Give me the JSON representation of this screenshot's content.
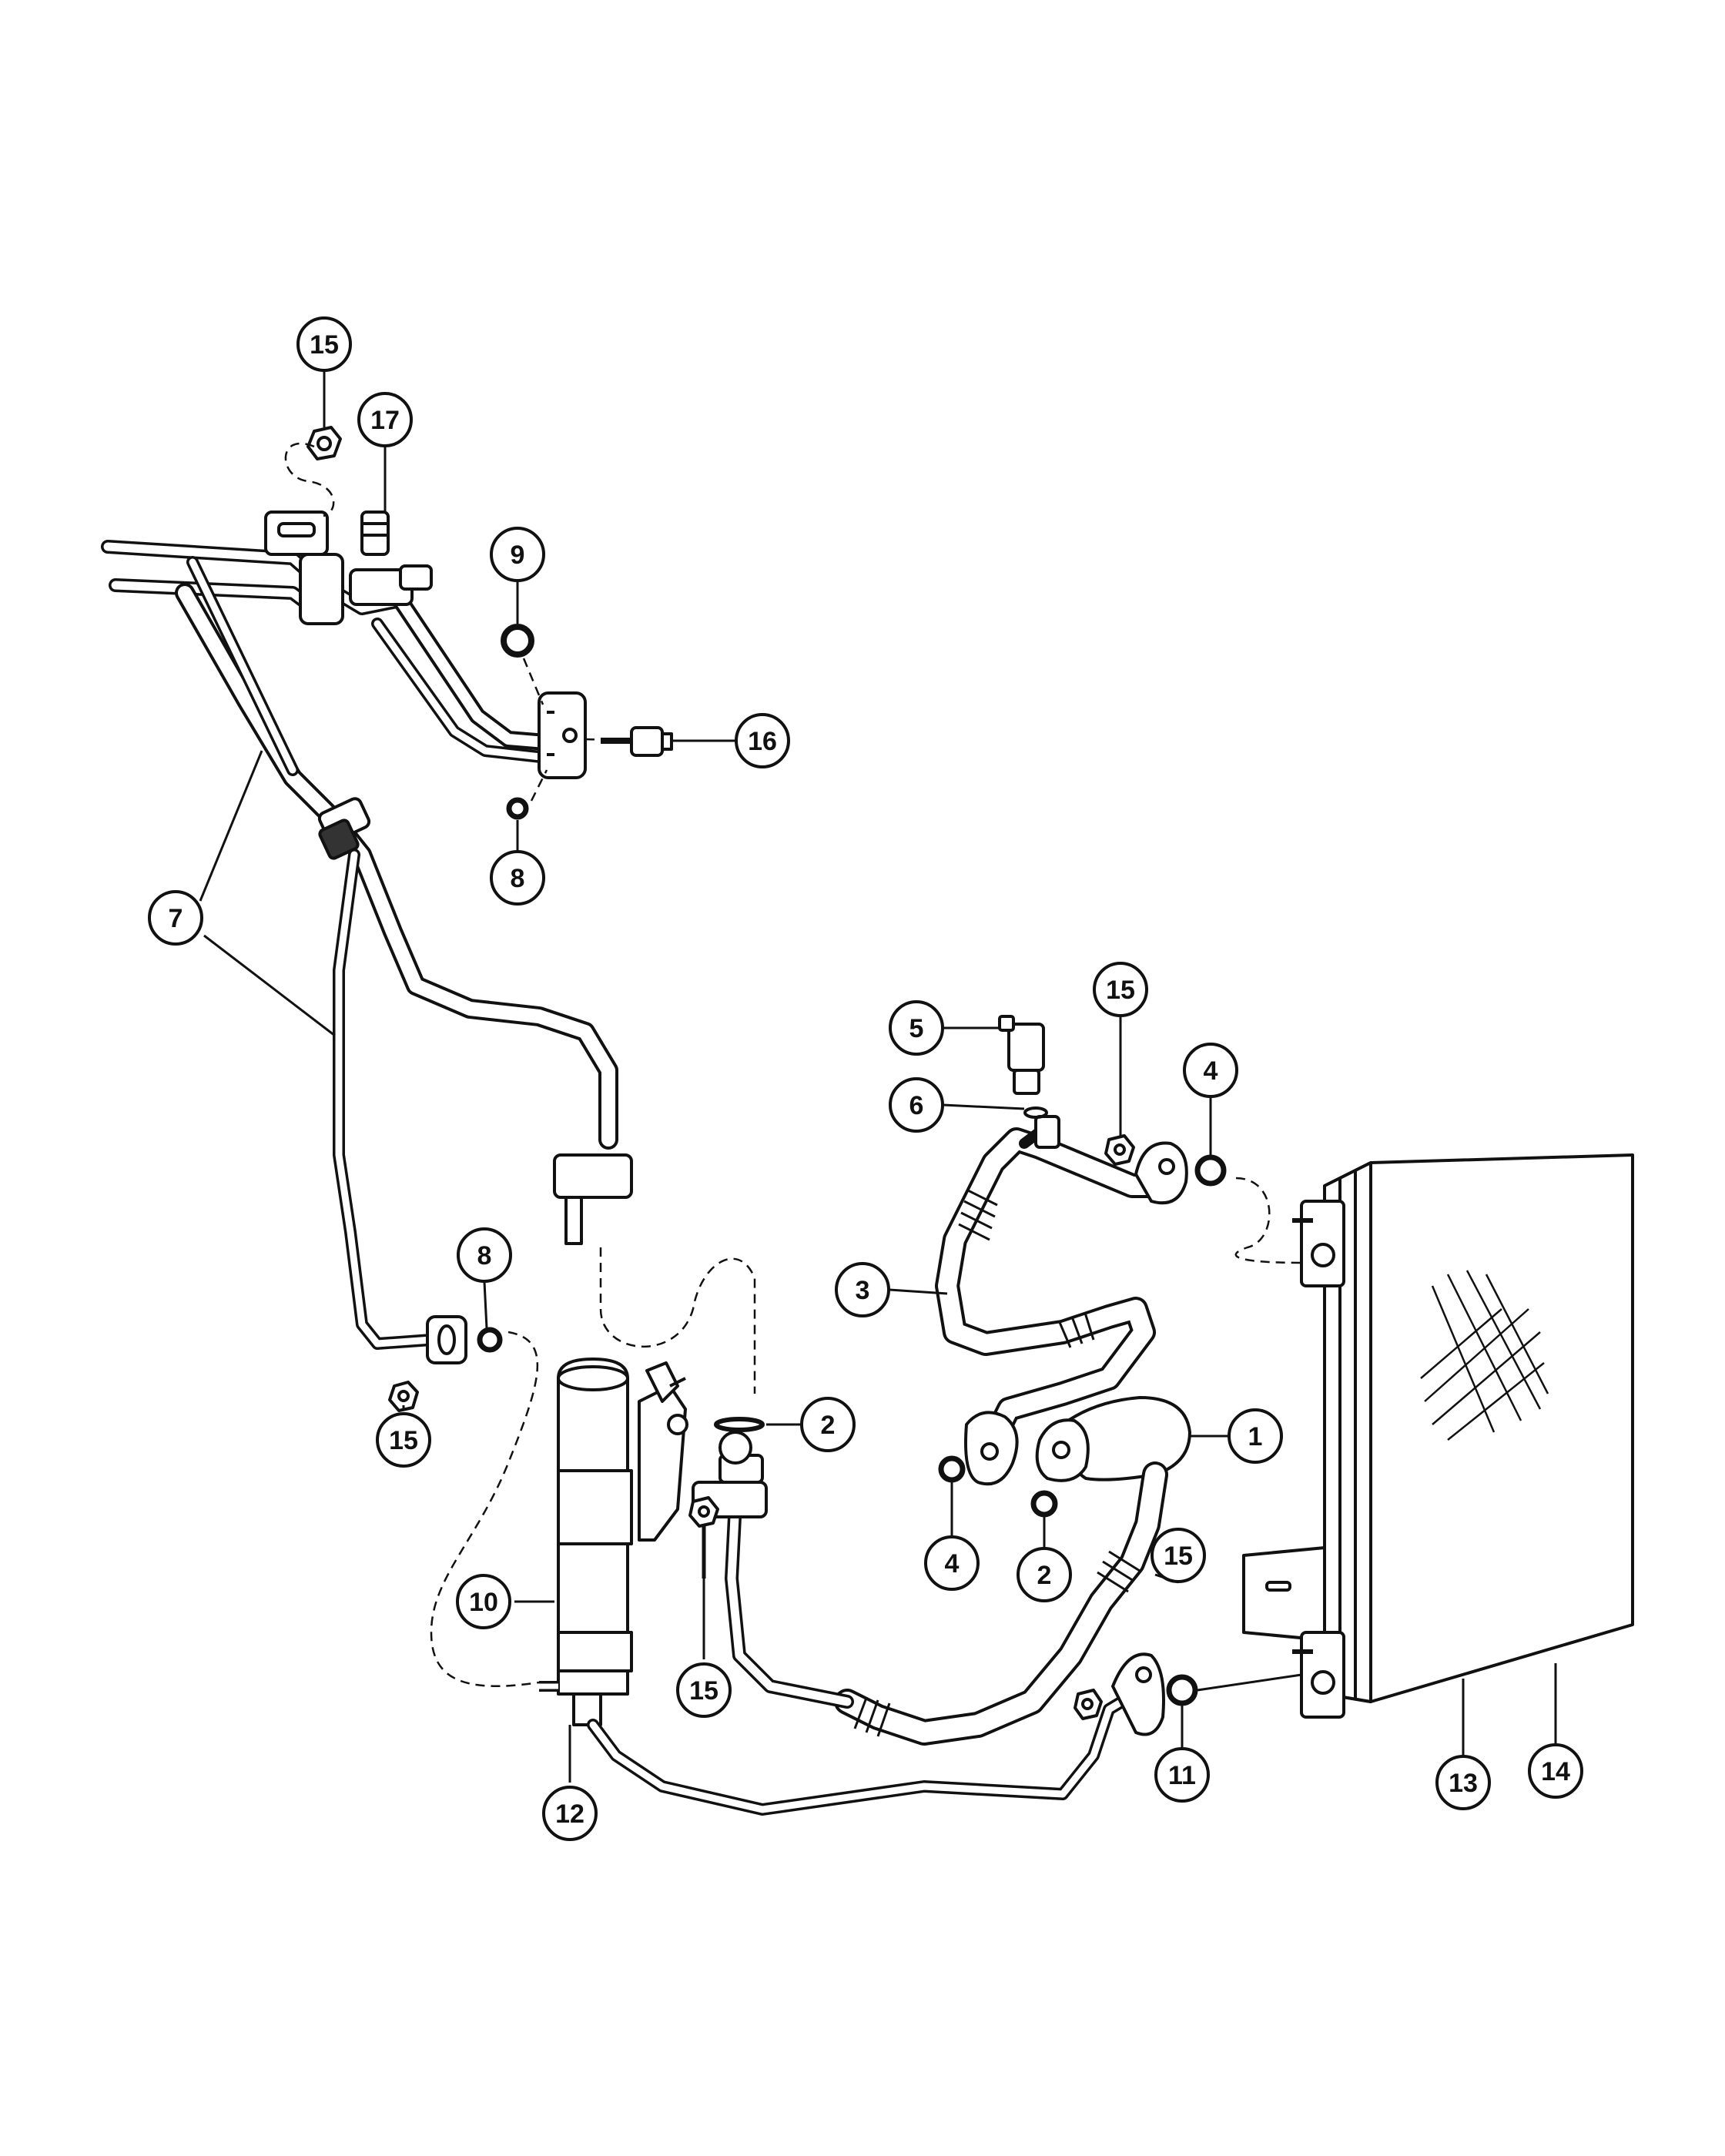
{
  "diagram": {
    "colors": {
      "line": "#111111",
      "fill": "#ffffff",
      "shade": "#cccccc"
    },
    "callouts": [
      {
        "id": "c15-top",
        "label": "15"
      },
      {
        "id": "c17",
        "label": "17"
      },
      {
        "id": "c9",
        "label": "9"
      },
      {
        "id": "c16",
        "label": "16"
      },
      {
        "id": "c8-top",
        "label": "8"
      },
      {
        "id": "c7",
        "label": "7"
      },
      {
        "id": "c5",
        "label": "5"
      },
      {
        "id": "c6",
        "label": "6"
      },
      {
        "id": "c15-upper-right",
        "label": "15"
      },
      {
        "id": "c4-top",
        "label": "4"
      },
      {
        "id": "c3",
        "label": "3"
      },
      {
        "id": "c8-mid",
        "label": "8"
      },
      {
        "id": "c15-left",
        "label": "15"
      },
      {
        "id": "c2-top",
        "label": "2"
      },
      {
        "id": "c1",
        "label": "1"
      },
      {
        "id": "c4-bottom",
        "label": "4"
      },
      {
        "id": "c2-bottom",
        "label": "2"
      },
      {
        "id": "c15-right",
        "label": "15"
      },
      {
        "id": "c10",
        "label": "10"
      },
      {
        "id": "c15-bottom",
        "label": "15"
      },
      {
        "id": "c12",
        "label": "12"
      },
      {
        "id": "c11",
        "label": "11"
      },
      {
        "id": "c13",
        "label": "13"
      },
      {
        "id": "c14",
        "label": "14"
      }
    ]
  }
}
